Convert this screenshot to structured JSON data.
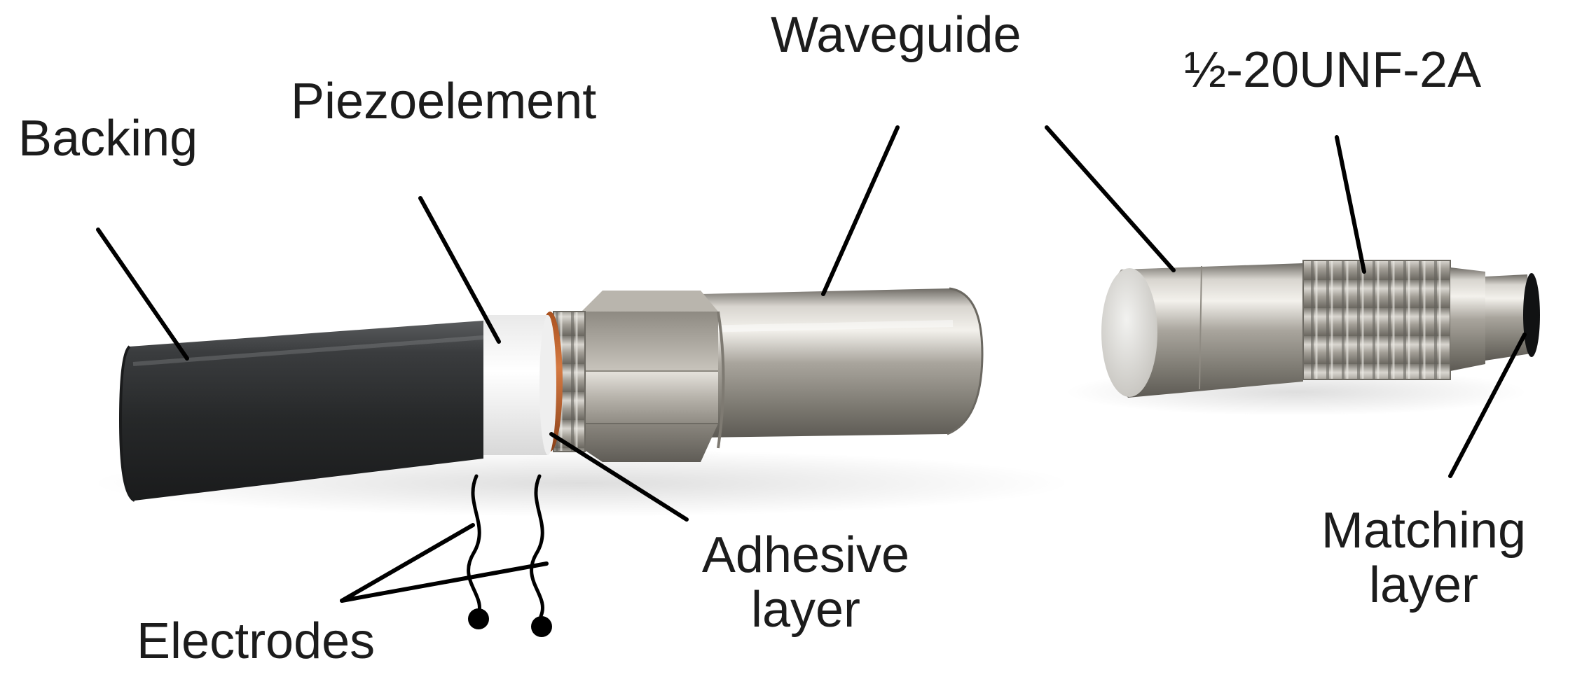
{
  "labels": {
    "backing": "Backing",
    "piezoelement": "Piezoelement",
    "waveguide": "Waveguide",
    "thread": "½-20UNF-2A",
    "adhesive_line1": "Adhesive",
    "adhesive_line2": "layer",
    "matching_line1": "Matching",
    "matching_line2": "layer",
    "electrodes": "Electrodes"
  },
  "colors": {
    "backing": "#2f3133",
    "piezoelement": "#f7f7f7",
    "adhesive": "#c0652e",
    "steel": "#a8a49c",
    "text": "#1c1c1c"
  }
}
